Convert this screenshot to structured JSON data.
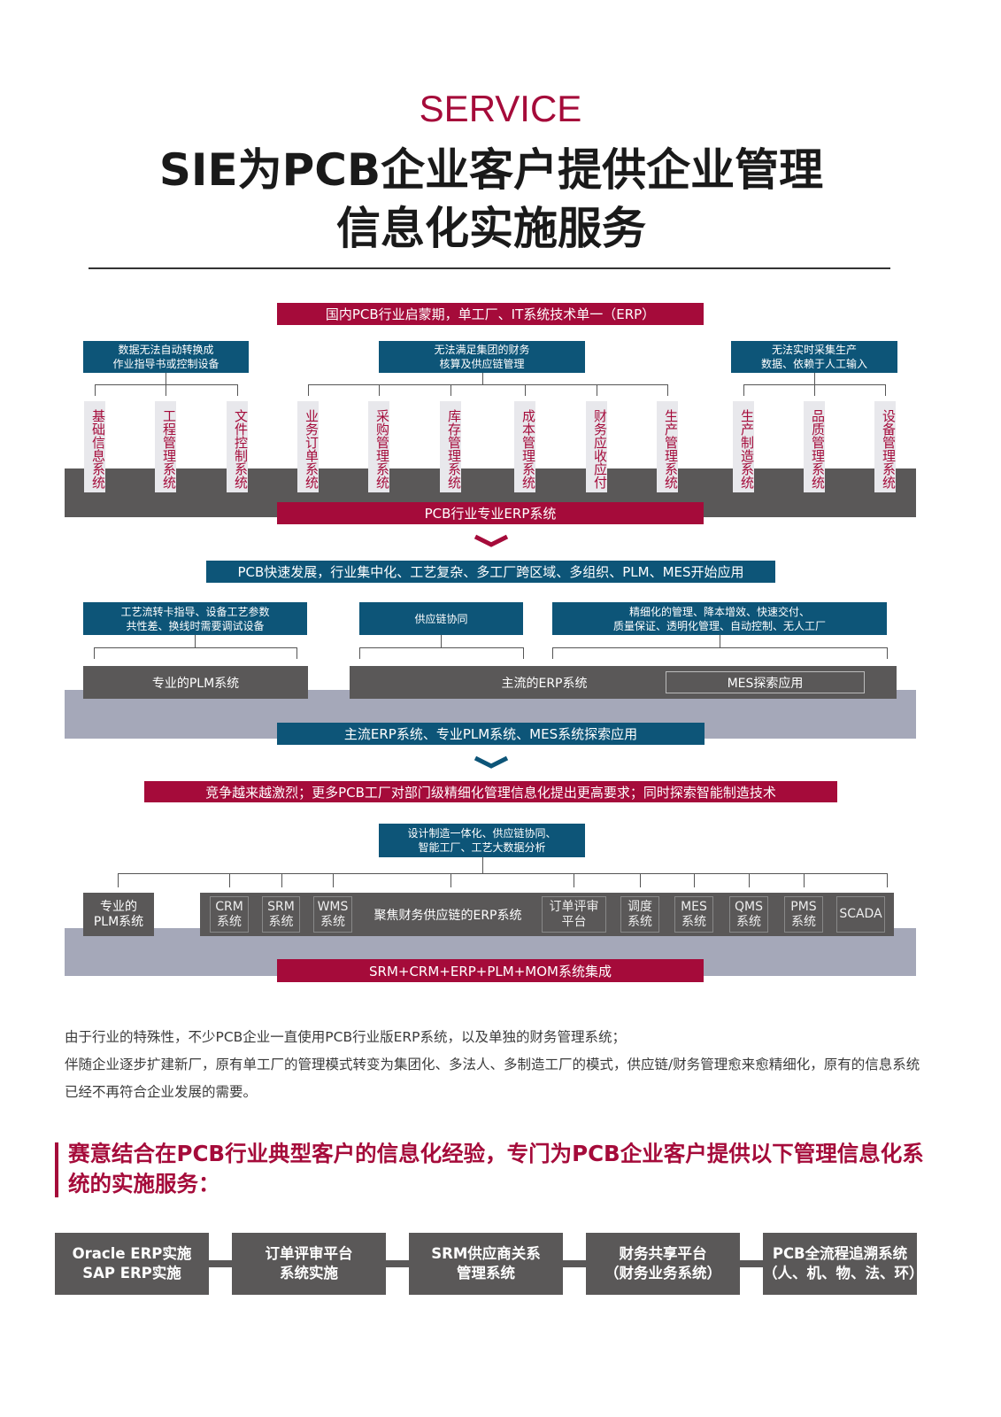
{
  "header": {
    "eyebrow": "SERVICE",
    "title_line1": "SIE为PCB企业客户提供企业管理",
    "title_line2": "信息化实施服务"
  },
  "stage1": {
    "banner": "国内PCB行业启蒙期，单工厂、IT系统技术单一（ERP）",
    "problems": [
      "数据无法自动转换成\n作业指导书或控制设备",
      "无法满足集团的财务\n核算及供应链管理",
      "无法实时采集生产\n数据、依赖于人工输入"
    ],
    "systems": [
      "基础信息系统",
      "工程管理系统",
      "文件控制系统",
      "业务订单系统",
      "采购管理系统",
      "库存管理系统",
      "成本管理系统",
      "财务应收应付",
      "生产管理系统",
      "生产制造系统",
      "品质管理系统",
      "设备管理系统"
    ],
    "base": "PCB行业专业ERP系统"
  },
  "stage2": {
    "banner": "PCB快速发展，行业集中化、工艺复杂、多工厂跨区域、多组织、PLM、MES开始应用",
    "needs": [
      "工艺流转卡指导、设备工艺参数\n共性差、换线时需要调试设备",
      "供应链协同",
      "精细化的管理、降本增效、快速交付、\n质量保证、透明化管理、自动控制、无人工厂"
    ],
    "plm": "专业的PLM系统",
    "erp": "主流的ERP系统",
    "mes": "MES探索应用",
    "base": "主流ERP系统、专业PLM系统、MES系统探索应用"
  },
  "stage3": {
    "banner": "竞争越来越激烈；更多PCB工厂对部门级精细化管理信息化提出更高要求；同时探索智能制造技术",
    "need": "设计制造一体化、供应链协同、\n智能工厂、工艺大数据分析",
    "plm": "专业的\nPLM系统",
    "modules": [
      "CRM\n系统",
      "SRM\n系统",
      "WMS\n系统",
      "订单评审\n平台",
      "调度\n系统",
      "MES\n系统",
      "QMS\n系统",
      "PMS\n系统",
      "SCADA"
    ],
    "erp": "聚焦财务供应链的ERP系统",
    "base": "SRM+CRM+ERP+PLM+MOM系统集成"
  },
  "intro": [
    "由于行业的特殊性，不少PCB企业一直使用PCB行业版ERP系统，以及单独的财务管理系统；",
    "伴随企业逐步扩建新厂，原有单工厂的管理模式转变为集团化、多法人、多制造工厂的模式，供应链/财务管理愈来愈精细化，原有的信息系统已经不再符合企业发展的需要。"
  ],
  "highlight": "赛意结合在PCB行业典型客户的信息化经验，专门为PCB企业客户提供以下管理信息化系统的实施服务：",
  "services": [
    "Oracle ERP实施\nSAP ERP实施",
    "订单评审平台\n系统实施",
    "SRM供应商关系\n管理系统",
    "财务共享平台\n（财务业务系统）",
    "PCB全流程追溯系统\n（人、机、物、法、环）"
  ],
  "colors": {
    "red": "#a50b3a",
    "blue": "#0d5578",
    "dark": "#5a5858",
    "light": "#a5a8b9"
  }
}
